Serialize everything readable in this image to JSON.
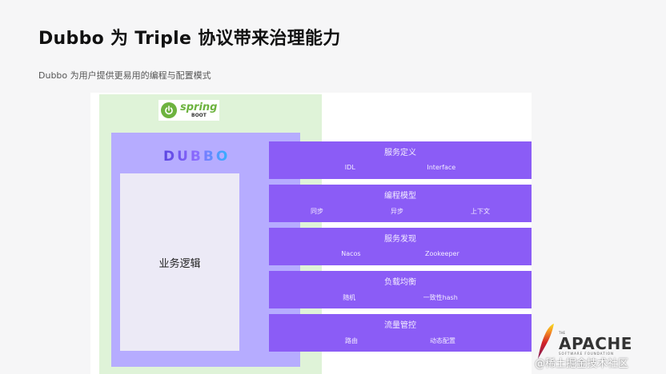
{
  "header": {
    "title": "Dubbo 为 Triple 协议带来治理能力",
    "subtitle": "Dubbo 为用户提供更易用的编程与配置模式"
  },
  "diagram": {
    "spring_logo": {
      "word": "spring",
      "sub": "BOOT"
    },
    "dubbo_logo": "DUBBO",
    "business_logic": "业务逻辑",
    "features": [
      {
        "title": "服务定义",
        "items": [
          "IDL",
          "Interface"
        ]
      },
      {
        "title": "编程模型",
        "items": [
          "同步",
          "异步",
          "上下文"
        ]
      },
      {
        "title": "服务发现",
        "items": [
          "Nacos",
          "Zookeeper"
        ]
      },
      {
        "title": "负载均衡",
        "items": [
          "随机",
          "一致性hash"
        ]
      },
      {
        "title": "流量管控",
        "items": [
          "路由",
          "动态配置"
        ]
      }
    ]
  },
  "apache_logo": {
    "the": "THE",
    "word": "APACHE",
    "sub": "SOFTWARE FOUNDATION"
  },
  "watermark": "@稀土掘金技术社区",
  "colors": {
    "spring_bg": "#dff3d8",
    "dubbo_bg": "#b6acff",
    "feature_bar": "#8b5cf6",
    "business_box": "#eceaf6"
  }
}
